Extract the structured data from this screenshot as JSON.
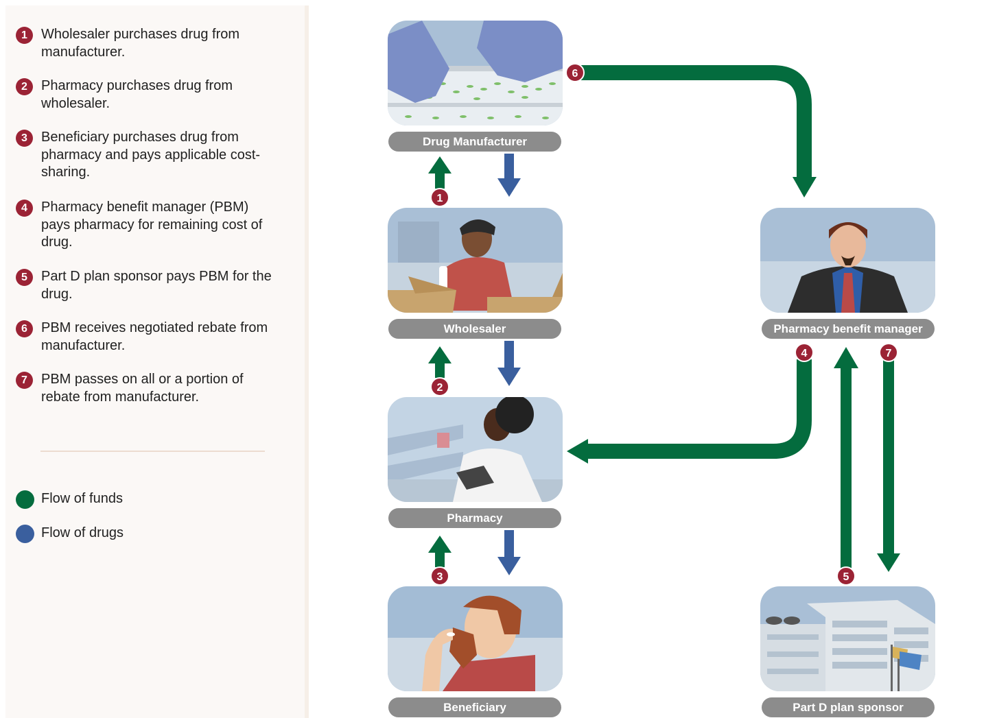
{
  "steps": [
    {
      "num": "1",
      "text": "Wholesaler purchases drug from manufacturer."
    },
    {
      "num": "2",
      "text": "Pharmacy purchases drug from wholesaler."
    },
    {
      "num": "3",
      "text": "Beneficiary purchases drug from pharmacy and pays applicable cost-sharing."
    },
    {
      "num": "4",
      "text": "Pharmacy benefit manager (PBM) pays pharmacy for remaining cost of drug."
    },
    {
      "num": "5",
      "text": "Part D plan sponsor pays PBM for the drug."
    },
    {
      "num": "6",
      "text": "PBM receives negotiated rebate from manufacturer."
    },
    {
      "num": "7",
      "text": "PBM passes on all or a portion of rebate from manufacturer."
    }
  ],
  "legend": {
    "funds": {
      "label": "Flow of funds",
      "color": "#046c3e"
    },
    "drugs": {
      "label": "Flow of drugs",
      "color": "#3a5f9e"
    }
  },
  "nodes": {
    "manufacturer": {
      "label": "Drug Manufacturer",
      "icon": "gloved-hands-pills-illustration"
    },
    "wholesaler": {
      "label": "Wholesaler",
      "icon": "worker-with-boxes-illustration"
    },
    "pharmacy": {
      "label": "Pharmacy",
      "icon": "pharmacist-illustration"
    },
    "beneficiary": {
      "label": "Beneficiary",
      "icon": "man-taking-pill-illustration"
    },
    "pbm": {
      "label": "Pharmacy benefit manager",
      "icon": "businessman-illustration"
    },
    "sponsor": {
      "label": "Part D plan sponsor",
      "icon": "office-building-illustration"
    }
  },
  "flows": [
    {
      "step": "1",
      "from": "Wholesaler",
      "to": "Drug Manufacturer",
      "kind": "funds"
    },
    {
      "step": "",
      "from": "Drug Manufacturer",
      "to": "Wholesaler",
      "kind": "drugs"
    },
    {
      "step": "2",
      "from": "Pharmacy",
      "to": "Wholesaler",
      "kind": "funds"
    },
    {
      "step": "",
      "from": "Wholesaler",
      "to": "Pharmacy",
      "kind": "drugs"
    },
    {
      "step": "3",
      "from": "Beneficiary",
      "to": "Pharmacy",
      "kind": "funds"
    },
    {
      "step": "",
      "from": "Pharmacy",
      "to": "Beneficiary",
      "kind": "drugs"
    },
    {
      "step": "4",
      "from": "Pharmacy benefit manager",
      "to": "Pharmacy",
      "kind": "funds"
    },
    {
      "step": "5",
      "from": "Part D plan sponsor",
      "to": "Pharmacy benefit manager",
      "kind": "funds"
    },
    {
      "step": "6",
      "from": "Drug Manufacturer",
      "to": "Pharmacy benefit manager",
      "kind": "funds"
    },
    {
      "step": "7",
      "from": "Pharmacy benefit manager",
      "to": "Part D plan sponsor",
      "kind": "funds"
    }
  ],
  "colors": {
    "badge": "#9b2335",
    "label_pill": "#8c8c8c",
    "panel": "#fbf8f6"
  }
}
